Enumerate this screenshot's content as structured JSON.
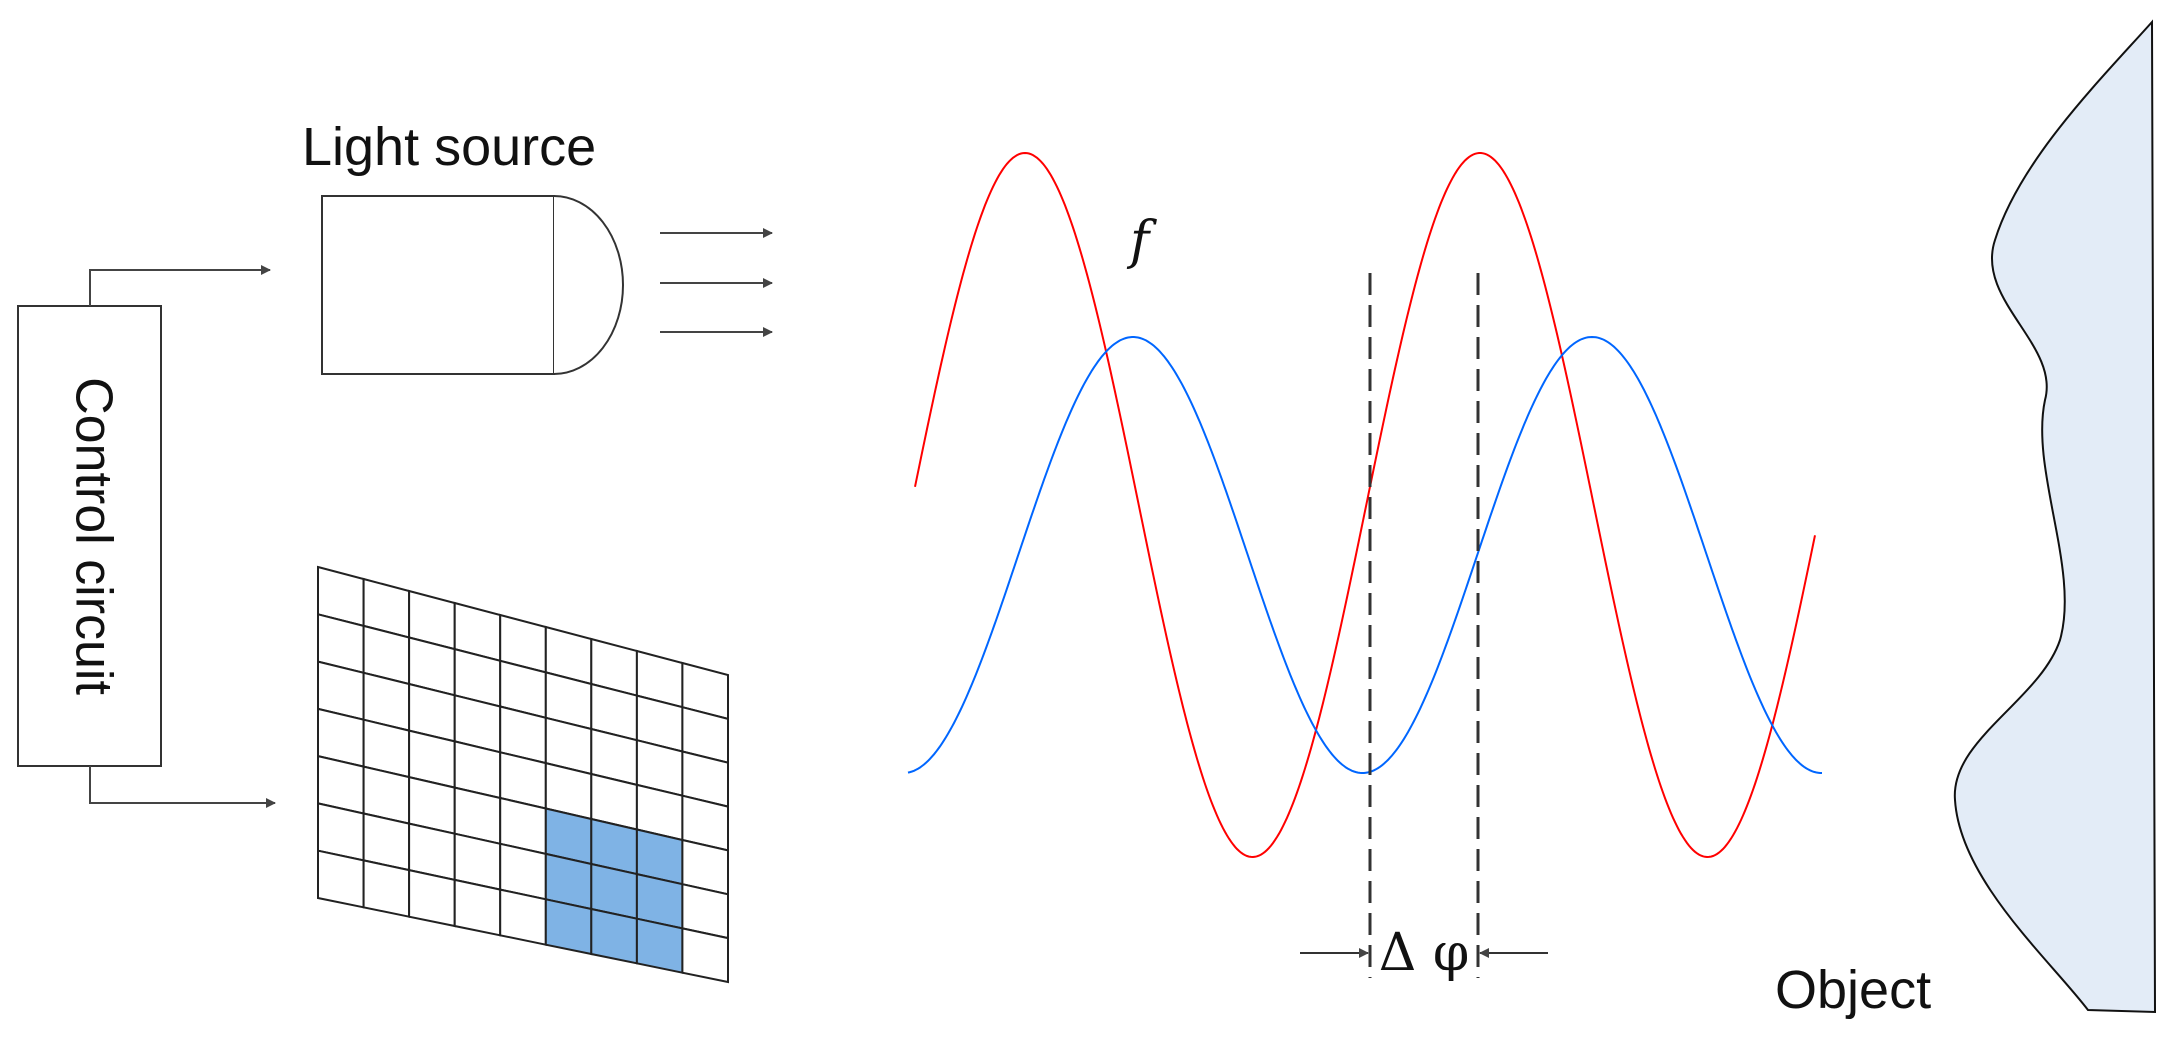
{
  "labels": {
    "control_circuit": "Control circuit",
    "light_source": "Light source",
    "frequency": "f",
    "phase_delta": "Δ φ",
    "object": "Object"
  },
  "waves": {
    "emitted": {
      "color": "#ff0000"
    },
    "received": {
      "color": "#0066ff"
    }
  },
  "sensor": {
    "rows": 7,
    "cols": 9,
    "highlight_color": "#7fb3e5"
  },
  "object_fill": "#e3ecf7"
}
